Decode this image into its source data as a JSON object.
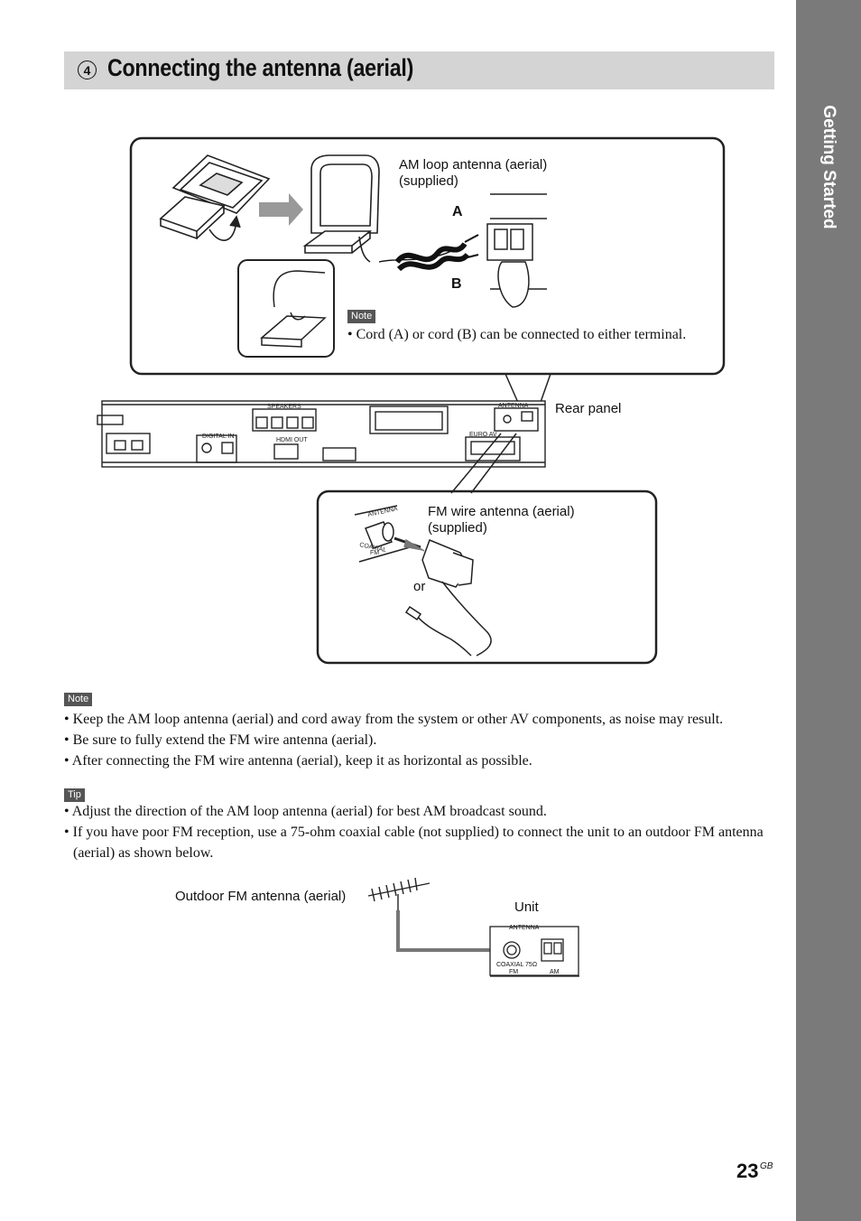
{
  "sidebar": {
    "section": "Getting Started"
  },
  "header": {
    "step_number": "4",
    "title": "Connecting the antenna (aerial)"
  },
  "figure_top": {
    "am_label_line1": "AM loop antenna (aerial)",
    "am_label_line2": "(supplied)",
    "label_a": "A",
    "label_b": "B",
    "note_badge": "Note",
    "note_text": "• Cord (A) or cord (B) can be connected to either terminal.",
    "rear_panel": "Rear panel"
  },
  "figure_fm": {
    "fm_label_line1": "FM wire antenna (aerial)",
    "fm_label_line2": "(supplied)",
    "or": "or",
    "antenna_text": "ANTENNA",
    "coaxial_text": "COAXIAL",
    "fm_text": "FM"
  },
  "notes": {
    "badge": "Note",
    "items": [
      "Keep the AM loop antenna (aerial) and cord away from the system or other AV components, as noise may result.",
      "Be sure to fully extend the FM wire antenna (aerial).",
      "After connecting the FM wire antenna (aerial), keep it as horizontal as possible."
    ]
  },
  "tips": {
    "badge": "Tip",
    "items": [
      "Adjust the direction of the AM loop antenna (aerial) for best AM broadcast sound.",
      "If you have poor FM reception, use a 75-ohm coaxial cable (not supplied) to connect the unit to an outdoor FM antenna (aerial) as shown below."
    ]
  },
  "figure_bottom": {
    "outdoor_label": "Outdoor FM antenna (aerial)",
    "unit_label": "Unit",
    "antenna_text": "ANTENNA",
    "coaxial_text": "COAXIAL 75Ω",
    "fm_text": "FM",
    "am_text": "AM"
  },
  "footer": {
    "page_number": "23",
    "page_suffix": "GB"
  }
}
